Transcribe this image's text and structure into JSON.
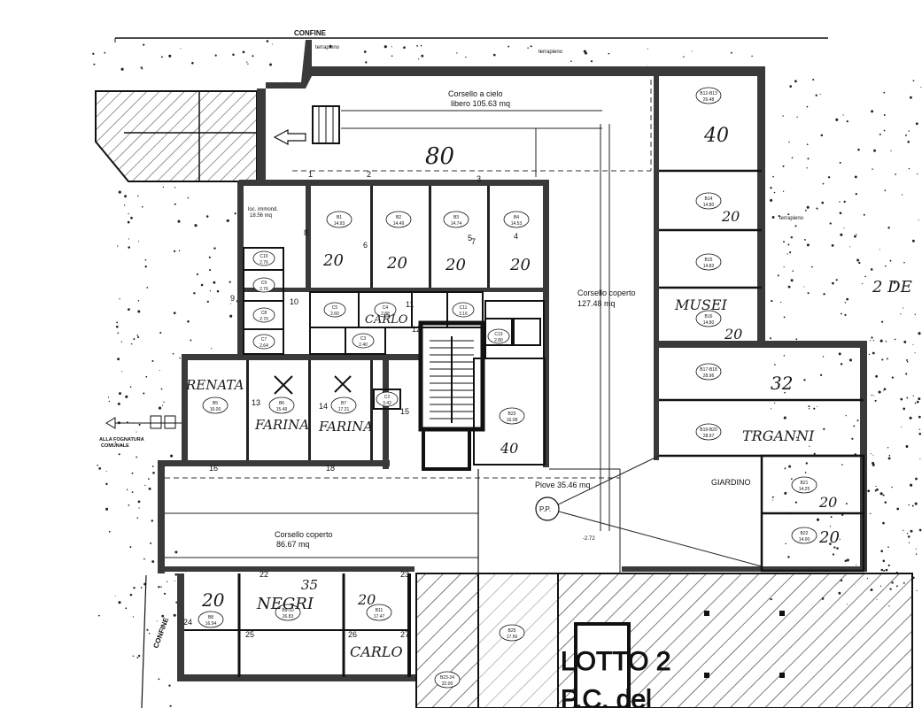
{
  "labels": {
    "confine_top": "CONFINE",
    "confine_side": "CONFINE",
    "terrapieno_1": "terrapieno",
    "terrapieno_2": "terrapieno",
    "terrapieno_3": "terrapieno",
    "corsello_cielo_1": "Corsello a cielo",
    "corsello_cielo_2": "libero 105.63 mq",
    "corsello_coperto_right_1": "Corsello coperto",
    "corsello_coperto_right_2": "127.48 mq",
    "corsello_coperto_bottom_1": "Corsello coperto",
    "corsello_coperto_bottom_2": "86.67 mq",
    "piove": "Piove 35.46 mq",
    "pp": "P.P.",
    "fognatura_1": "ALLA FOGNATURA",
    "fognatura_2": "COMUNALE",
    "giardino": "GIARDINO",
    "lotto": "LOTTO 2",
    "pc_del": "P.C. del",
    "loc_immond_1": "loc. immond.",
    "loc_immond_2": "18.56 mq",
    "level": "-2.72"
  },
  "boxes": [
    {
      "code": "B1",
      "area": "14.93"
    },
    {
      "code": "B2",
      "area": "14.49"
    },
    {
      "code": "B3",
      "area": "14.74"
    },
    {
      "code": "B4",
      "area": "14.53"
    },
    {
      "code": "B5",
      "area": "16.00"
    },
    {
      "code": "B6",
      "area": "15.49"
    },
    {
      "code": "B7",
      "area": "17.21"
    },
    {
      "code": "B23",
      "area": "16.08"
    },
    {
      "code": "B12-B13",
      "area": "26.48"
    },
    {
      "code": "B14",
      "area": "14.80"
    },
    {
      "code": "B15",
      "area": "14.82"
    },
    {
      "code": "B16",
      "area": "14.80"
    },
    {
      "code": "B17-B18",
      "area": "28.96"
    },
    {
      "code": "B19-B20",
      "area": "28.97"
    },
    {
      "code": "B21",
      "area": "14.25"
    },
    {
      "code": "B22",
      "area": "14.00"
    },
    {
      "code": "B8",
      "area": "16.94"
    },
    {
      "code": "B9-10",
      "area": "26.83"
    },
    {
      "code": "B11",
      "area": "17.47"
    },
    {
      "code": "B25",
      "area": "17.56"
    },
    {
      "code": "B23-24",
      "area": "32.00"
    }
  ],
  "cantine": [
    {
      "code": "C10",
      "area": "2.76"
    },
    {
      "code": "C9",
      "area": "2.76"
    },
    {
      "code": "C8",
      "area": "2.70"
    },
    {
      "code": "C7",
      "area": "2.64"
    },
    {
      "code": "C5",
      "area": "2.60"
    },
    {
      "code": "C4",
      "area": "2.88"
    },
    {
      "code": "C3",
      "area": "2.40"
    },
    {
      "code": "C11",
      "area": "3.16"
    },
    {
      "code": "C13",
      "area": "2.80"
    },
    {
      "code": "C2",
      "area": "3.42"
    }
  ],
  "handwriting": {
    "h40a": "40",
    "h80": "80",
    "h20_b1": "20",
    "h20_b2": "20",
    "h20_b3": "20",
    "h20_b4": "20",
    "h20_b14": "20",
    "musei": "MUSEI",
    "h20_b16": "20",
    "h32": "32",
    "triganni": "TRGANNI",
    "h20_b21": "20",
    "h20_b22": "20",
    "renata": "RENATA",
    "farina1": "FARINA",
    "farina2": "FARINA",
    "h40b": "40",
    "carlo_top": "CARLO",
    "negri": "NEGRI",
    "h35": "35",
    "h20_b8": "20",
    "h20_b11": "20",
    "carlo_bottom": "CARLO",
    "h2de": "2 DE"
  },
  "numbers": [
    "1",
    "2",
    "3",
    "4",
    "5",
    "6",
    "7",
    "8",
    "9",
    "10",
    "11",
    "12",
    "13",
    "14",
    "15",
    "16",
    "18",
    "22",
    "23",
    "24",
    "25",
    "26",
    "27"
  ]
}
